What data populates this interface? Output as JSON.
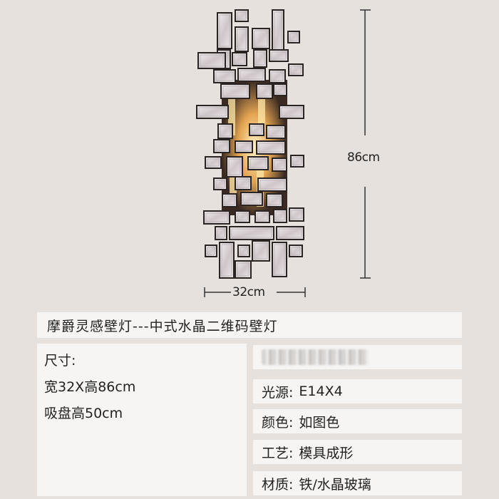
{
  "dimensions": {
    "height": "86cm",
    "width": "32cm"
  },
  "title": "摩爵灵感壁灯---中式水晶二维码壁灯",
  "size": {
    "heading": "尺寸:",
    "line1": "宽32X高86cm",
    "line2": "吸盘高50cm"
  },
  "attributes": [
    {
      "label": "光源:",
      "value": "E14X4"
    },
    {
      "label": "颜色:",
      "value": "如图色"
    },
    {
      "label": "工艺:",
      "value": "模具成形"
    },
    {
      "label": "材质:",
      "value": "铁/水晶玻璃"
    }
  ],
  "colors": {
    "background": "#e6e1dd",
    "panel": "#f7f5f3",
    "frame": "#2a2422",
    "crystal": "#ddd6d8",
    "glow": "#f6d48a"
  }
}
